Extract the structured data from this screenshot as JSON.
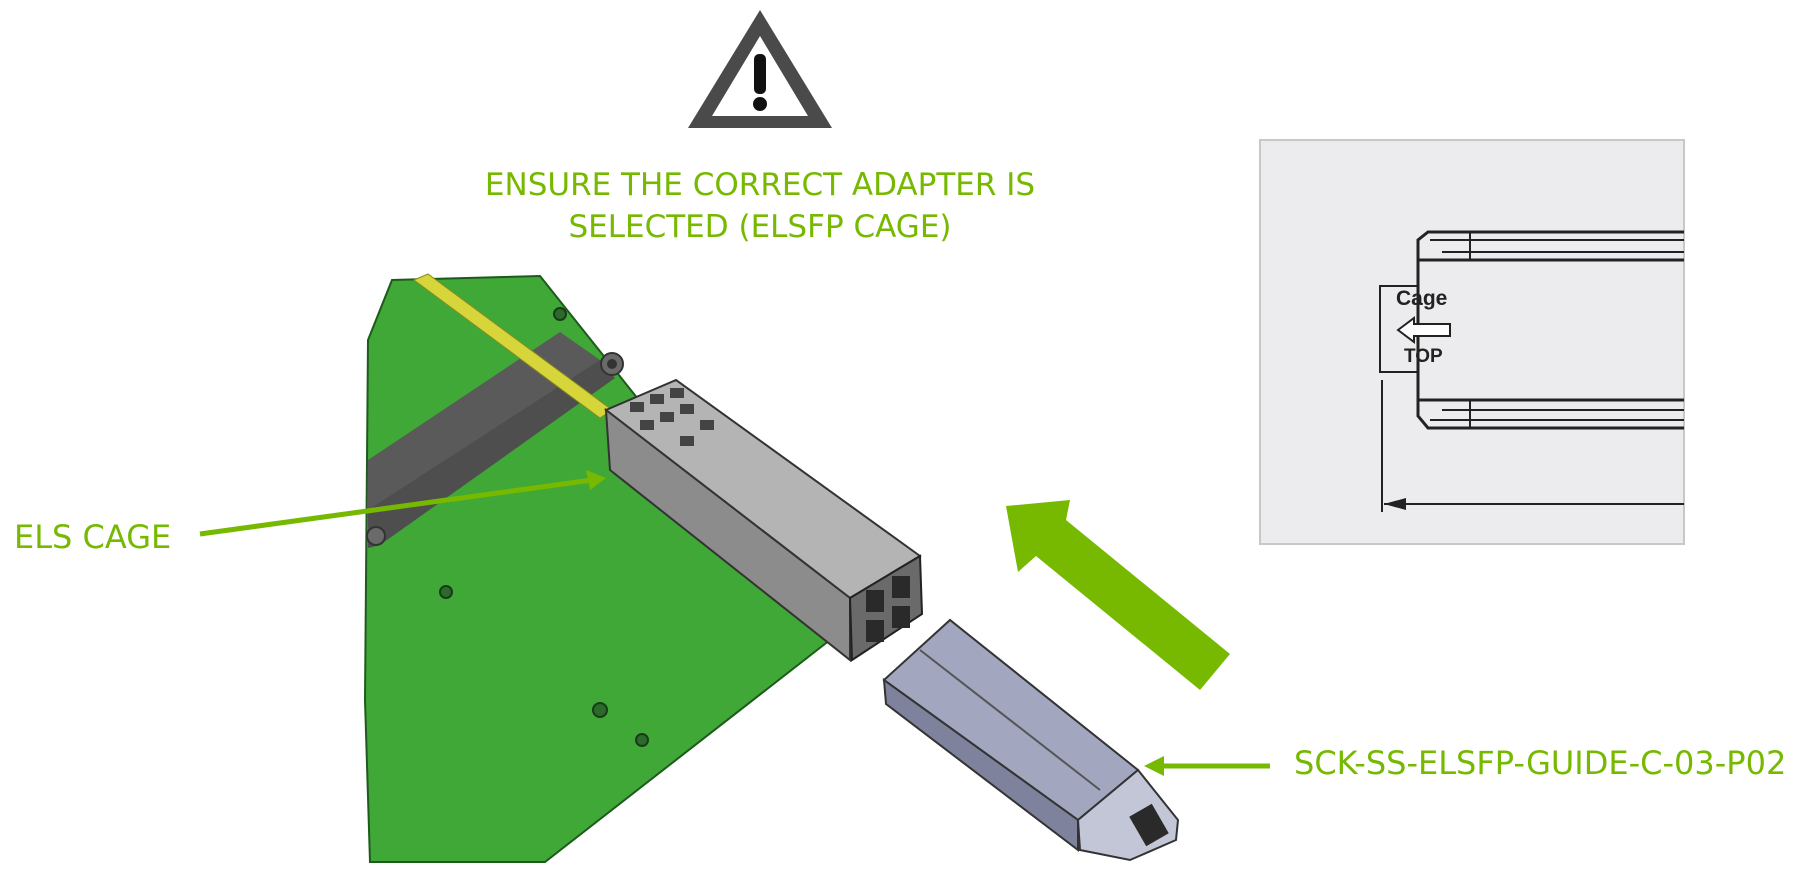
{
  "warning": {
    "icon": "warning-triangle-icon",
    "lines": [
      "ENSURE THE CORRECT ADAPTER IS",
      "SELECTED (ELSFP CAGE)"
    ]
  },
  "callouts": {
    "els_cage": "ELS CAGE",
    "guide_part": "SCK-SS-ELSFP-GUIDE-C-03-P02"
  },
  "inset": {
    "cage_text": "Cage",
    "top_text": "TOP"
  },
  "colors": {
    "accent_green": "#76b900",
    "pcb_green": "#3fa836",
    "cage_gray": "#9a9a9a",
    "guide_blue_gray": "#a2a6bf",
    "inset_bg": "#ececee",
    "fiber_yellow": "#d6d63a"
  }
}
